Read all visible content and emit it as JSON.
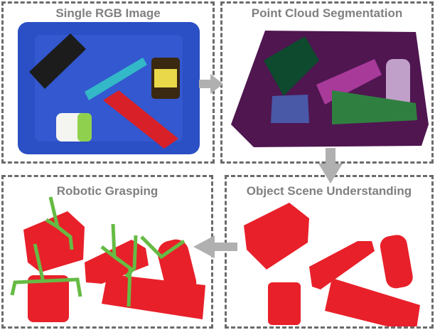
{
  "panels": {
    "rgb": {
      "title": "Single RGB Image"
    },
    "segmentation": {
      "title": "Point Cloud Segmentation"
    },
    "understanding": {
      "title": "Object Scene Understanding"
    },
    "grasping": {
      "title": "Robotic Grasping"
    }
  },
  "flow": [
    "Single RGB Image",
    "Point Cloud Segmentation",
    "Object Scene Understanding",
    "Robotic Grasping"
  ],
  "colors": {
    "border": "#6b6b6b",
    "title": "#808080",
    "arrow": "#b0b0b0",
    "tray_blue": "#2b4fc4",
    "cloud_bg": "#4f1650",
    "object_red": "#e8202a",
    "gripper_green": "#66bb44"
  }
}
